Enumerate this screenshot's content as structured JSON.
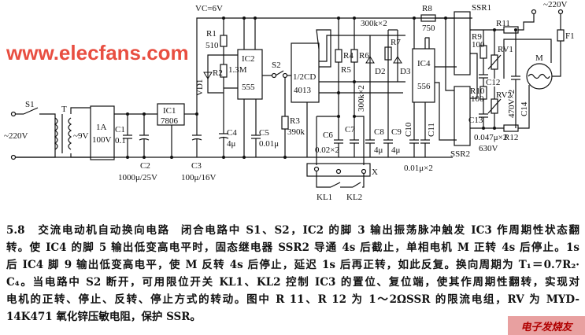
{
  "diagram": {
    "vcc": "VC=6V",
    "s1": "S1",
    "ac_in": "~220V",
    "t": "T",
    "sec": "~9V",
    "bridge_a": "1A",
    "bridge_v": "100V",
    "c1": "C1",
    "c1_val": "0.1",
    "c2": "C2",
    "c2_val": "1000μ/25V",
    "ic1": "IC1",
    "ic1_type": "7806",
    "c3": "C3",
    "c3_val": "100μ/16V",
    "r1": "R1",
    "r1_val": "510",
    "r2": "R2",
    "r2_val": "1.3M",
    "vd1": "VD1",
    "c4": "C4",
    "c4_val": "4μ",
    "ic2": "IC2",
    "ic2_type": "555",
    "c5": "C5",
    "c5_val": "0.01μ",
    "s2": "S2",
    "r3": "R3",
    "r3_val": "390k",
    "ic3": "1/2CD",
    "ic3_type": "4013",
    "r4": "R4",
    "r5": "R5",
    "r6": "R6",
    "r7": "R7",
    "d2": "D2",
    "d3": "D3",
    "r_top_val": "300k×2",
    "r_side_val": "300k×2",
    "c6": "C6",
    "c6_val": "0.02×2",
    "c7": "C7",
    "c8": "C8",
    "c8_val": "4μ",
    "c9": "C9",
    "c9_val": "4μ",
    "ic4": "IC4",
    "ic4_type": "556",
    "c10": "C10",
    "c11": "C11",
    "c10_val": "0.01μ×2",
    "kl1": "KL1",
    "kl2": "KL2",
    "x": "X",
    "r8": "R8",
    "r8_val": "750",
    "ssr1": "SSR1",
    "ssr2": "SSR2",
    "r9": "R9",
    "r9_val": "100",
    "r10": "R10",
    "r10_val": "100",
    "c12": "C12",
    "c13": "C13",
    "c13_val": "0.047μ×2",
    "c13_v": "630V",
    "rv1": "RV1",
    "rv2": "RV2",
    "r11": "R11",
    "r12": "R12",
    "c14": "C14",
    "c14_val": "470V×2",
    "m": "M",
    "f1": "F1",
    "ac_out": "~220V"
  },
  "caption": {
    "title": "5.8　交流电动机自动换向电路",
    "lines": [
      "闭合电路中 S1、S2，IC2 的脚 3 输出振荡脉冲触发 IC3 作周期性状态翻",
      "转。使 IC4 的脚 5 输出低变高电平时，固态继电器 SSR2 导通 4s 后截止，单相电机 M 正转 4s 后停止。1s",
      "后 IC4 脚 9 输出低变高电平，使 M 反转 4s 后停止，延迟 1s 后再正转，如此反复。换向周期为 T₁＝0.7R₂·",
      "C₄。当电路中 S2 断开，可用限位开关 KL1、KL2 控制 IC3 的置位、复位端，使其作周期性翻转，实现对",
      "电机的正转、停止、反转、停止方式的转动。图中 R 11、R 12 为 1～2ΩSSR 的限流电组，RV 为 MYD-",
      "14K471 氧化锌压敏电阻，保护 SSR。"
    ]
  },
  "watermark": "www.elecfans.com",
  "logo": "电子发烧友"
}
